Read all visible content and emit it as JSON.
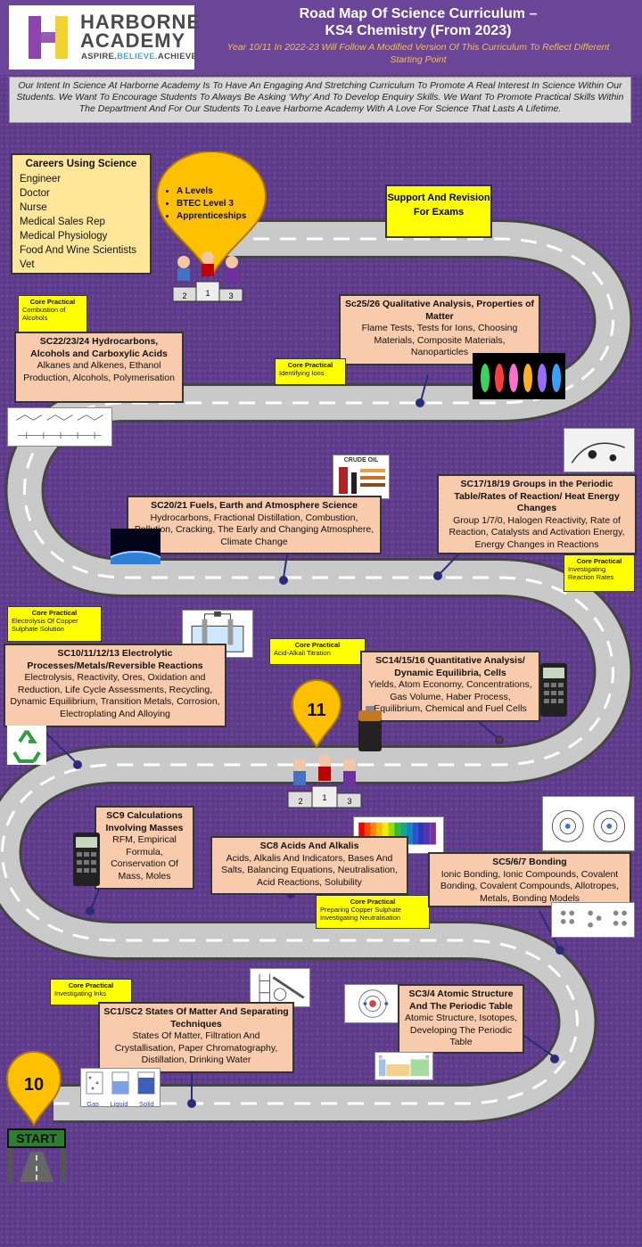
{
  "logo": {
    "line1": "HARBORNE",
    "line2": "ACADEMY",
    "tag_a": "ASPIRE.",
    "tag_b": "BELIEVE.",
    "tag_c": "ACHIEVE"
  },
  "header": {
    "title_line1": "Road Map Of Science Curriculum –",
    "title_line2": "KS4 Chemistry (From 2023)",
    "subtitle": "Year 10/11 In 2022-23 Will Follow A Modified Version Of This Curriculum To Reflect Different Starting Point"
  },
  "intent": "Our Intent In Science At Harborne Academy Is To Have An Engaging And Stretching Curriculum To Promote A Real Interest In Science Within Our Students. We Want To Encourage Students To Always Be Asking ‘Why’ And To Develop Enquiry Skills. We Want To Promote Practical Skills Within The Department And For Our Students To Leave Harborne Academy With A Love For Science That Lasts A Lifetime.",
  "careers": {
    "heading": "Careers Using Science",
    "items": [
      "Engineer",
      "Doctor",
      "Nurse",
      "Medical Sales Rep",
      "Medical Physiology",
      "Food And Wine Scientists",
      "Vet"
    ]
  },
  "next_steps": [
    "A Levels",
    "BTEC Level 3",
    "Apprenticeships"
  ],
  "support": "Support And Revision For Exams",
  "year_markers": {
    "y11": "11",
    "y10": "10"
  },
  "start_label": "START",
  "units": {
    "sc25": {
      "heading": "Sc25/26 Qualitative Analysis, Properties of Matter",
      "body": "Flame Tests, Tests for Ions, Choosing Materials, Composite Materials, Nanoparticles"
    },
    "sc22": {
      "heading": "SC22/23/24 Hydrocarbons, Alcohols and Carboxylic Acids",
      "body": "Alkanes and Alkenes, Ethanol Production, Alcohols, Polymerisation"
    },
    "sc17": {
      "heading": "SC17/18/19 Groups in the Periodic Table/Rates of Reaction/ Heat Energy Changes",
      "body": "Group 1/7/0, Halogen Reactivity, Rate of Reaction, Catalysts and Activation Energy, Energy Changes in Reactions"
    },
    "sc20": {
      "heading": "SC20/21 Fuels, Earth and Atmosphere Science",
      "body": "Hydrocarbons, Fractional Distillation, Combustion, Pollution, Cracking, The Early and Changing Atmosphere, Climate Change"
    },
    "sc10": {
      "heading": "SC10/11/12/13 Electrolytic Processes/Metals/Reversible Reactions",
      "body": "Electrolysis, Reactivity, Ores, Oxidation and Reduction, Life Cycle Assessments, Recycling, Dynamic Equilibrium, Transition Metals, Corrosion, Electroplating And Alloying"
    },
    "sc14": {
      "heading": "SC14/15/16 Quantitative Analysis/ Dynamic Equilibria, Cells",
      "body": "Yields, Atom Economy, Concentrations, Gas Volume, Haber Process, Equilibrium, Chemical and Fuel Cells"
    },
    "sc9": {
      "heading": "SC9 Calculations Involving Masses",
      "body": "RFM, Empirical Formula, Conservation Of Mass, Moles"
    },
    "sc8": {
      "heading": "SC8 Acids And Alkalis",
      "body": "Acids, Alkalis And Indicators, Bases And Salts, Balancing Equations, Neutralisation, Acid Reactions, Solubility"
    },
    "sc5": {
      "heading": "SC5/6/7 Bonding",
      "body": "Ionic Bonding, Ionic Compounds, Covalent Bonding, Covalent Compounds, Allotropes, Metals, Bonding Models"
    },
    "sc3": {
      "heading": "SC3/4 Atomic Structure And The Periodic Table",
      "body": "Atomic Structure, Isotopes, Developing The Periodic Table"
    },
    "sc1": {
      "heading": "SC1/SC2 States Of Matter And Separating Techniques",
      "body": "States Of Matter, Filtration And Crystallisation, Paper Chromatography, Distillation, Drinking Water"
    }
  },
  "core_practicals": {
    "label": "Core Practical",
    "combustion": "Combustion of Alcohols",
    "ions": "Identifying Ions",
    "rates": "Investigating Reaction Rates",
    "electrolysis": "Electrolysis Of Copper Sulphate Solution",
    "titration": "Acid-Alkali Titration",
    "copper": "Preparing Copper Sulphate Investigating Neutralisation",
    "inks": "Investigating Inks"
  },
  "image_labels": {
    "crude_oil": "CRUDE OIL",
    "gas": "Gas",
    "liquid": "Liquid",
    "solid": "Solid"
  }
}
